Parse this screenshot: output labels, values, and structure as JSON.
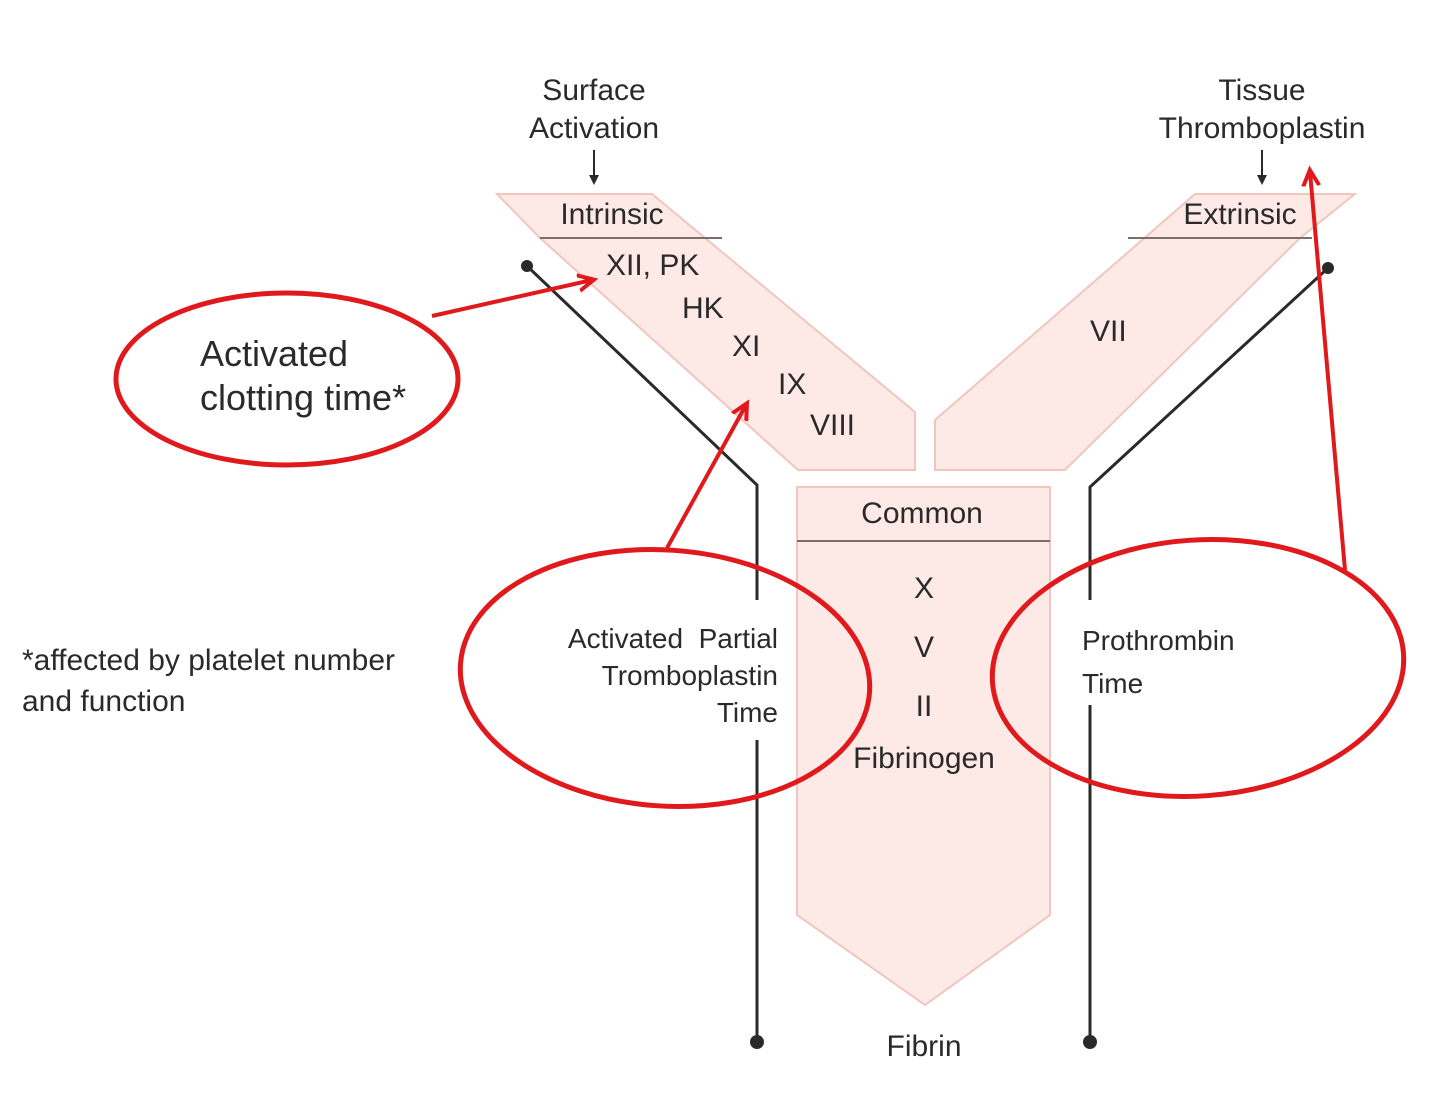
{
  "inputs": {
    "surface_activation": [
      "Surface",
      "Activation"
    ],
    "tissue_thromboplastin": [
      "Tissue",
      "Thromboplastin"
    ]
  },
  "pathways": {
    "intrinsic": {
      "title": "Intrinsic",
      "factors": [
        "XII, PK",
        "HK",
        "XI",
        "IX",
        "VIII"
      ]
    },
    "extrinsic": {
      "title": "Extrinsic",
      "factors": [
        "VII"
      ]
    },
    "common": {
      "title": "Common",
      "factors": [
        "X",
        "V",
        "II",
        "Fibrinogen"
      ],
      "product": "Fibrin"
    }
  },
  "tests": {
    "act": [
      "Activated",
      "clotting time*"
    ],
    "aptt": [
      "Activated  Partial",
      "Tromboplastin",
      "Time"
    ],
    "pt": [
      "Prothrombin",
      "Time"
    ]
  },
  "footnote": [
    "*affected by platelet number",
    "and function"
  ],
  "colors": {
    "pathway_fill": "#fde9e6",
    "pathway_border": "#f0c6bf",
    "line": "#2a2a2a",
    "annotation": "#e0191c"
  }
}
